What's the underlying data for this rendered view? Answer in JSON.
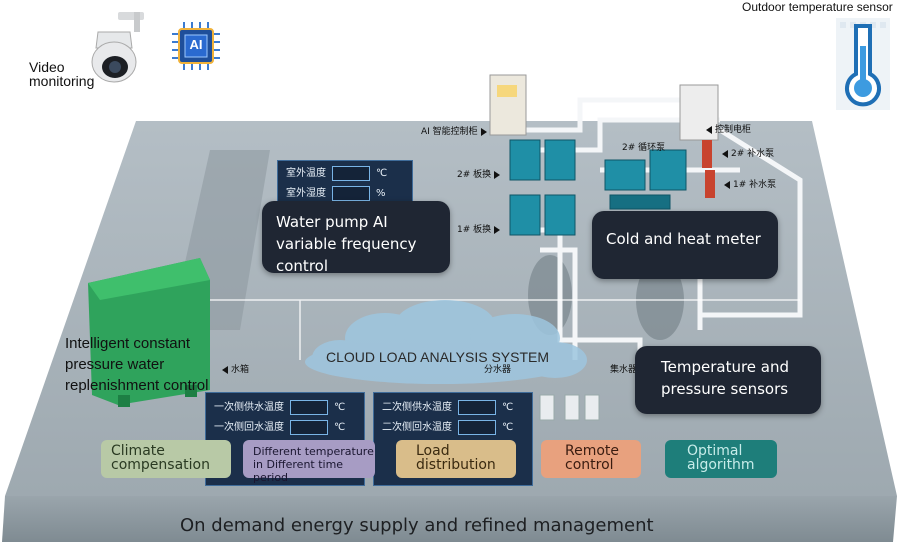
{
  "labels": {
    "outdoor_sensor": "Outdoor temperature sensor",
    "video_monitoring_line1": "Video",
    "video_monitoring_line2": "monitoring",
    "ai_chip": "AI",
    "water_pump_ai": "Water pump AI variable frequency control",
    "cold_heat_meter": "Cold and heat meter",
    "constant_pressure": "Intelligent constant pressure water replenishment control",
    "cloud_system": "CLOUD LOAD ANALYSIS SYSTEM",
    "temp_pressure": "Temperature and pressure sensors",
    "footer": "On demand energy supply and refined management"
  },
  "equipment_tags": {
    "ai_cabinet": "AI 智能控制柜",
    "plate_hx_2": "2# 板换",
    "plate_hx_1": "1# 板换",
    "circulation_pump": "2# 循环泵",
    "control_cabinet": "控制电柜",
    "makeup_pump_2": "2# 补水泵",
    "makeup_pump_1": "1# 补水泵",
    "water_tank": "水箱",
    "water_divider": "分水器",
    "water_collector": "集水器"
  },
  "panel_top": {
    "rows": [
      {
        "label": "室外温度",
        "unit": "℃"
      },
      {
        "label": "室外湿度",
        "unit": "%"
      }
    ]
  },
  "panel_left": {
    "rows": [
      {
        "label": "一次侧供水温度",
        "unit": "℃"
      },
      {
        "label": "一次侧回水温度",
        "unit": "℃"
      }
    ]
  },
  "panel_right": {
    "rows": [
      {
        "label": "二次侧供水温度",
        "unit": "℃"
      },
      {
        "label": "二次侧回水温度",
        "unit": "℃"
      }
    ]
  },
  "pills": {
    "climate_line1": "Climate",
    "climate_line2": "compensation",
    "diff_line1": "Different temperature",
    "diff_line2": "in Different time period",
    "load_line1": "Load",
    "load_line2": "distribution",
    "remote_line1": "Remote",
    "remote_line2": "control",
    "optimal_line1": "Optimal",
    "optimal_line2": "algorithm"
  },
  "colors": {
    "platform_top": "#a7b1b8",
    "platform_side": "#8f9aa1",
    "dark_box": "#1f2633",
    "climate": "#b8c9a6",
    "different": "#a79cc4",
    "load": "#d9bd8a",
    "remote": "#e8a17e",
    "optimal": "#1e7e7a",
    "equipment_teal": "#1f8fa6",
    "tank_green": "#2fa35c"
  }
}
